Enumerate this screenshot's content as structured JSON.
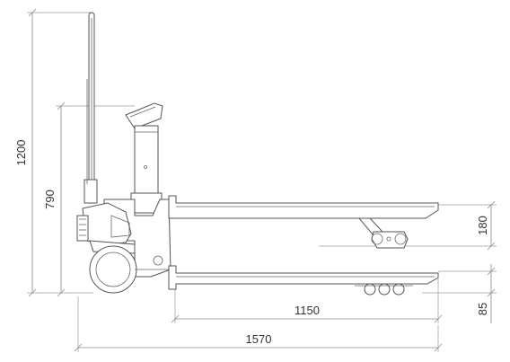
{
  "dimensions": {
    "total_height": "1200",
    "handle_height": "790",
    "fork_raised_height": "180",
    "fork_lowered_height": "85",
    "fork_length": "1150",
    "total_length": "1570"
  }
}
